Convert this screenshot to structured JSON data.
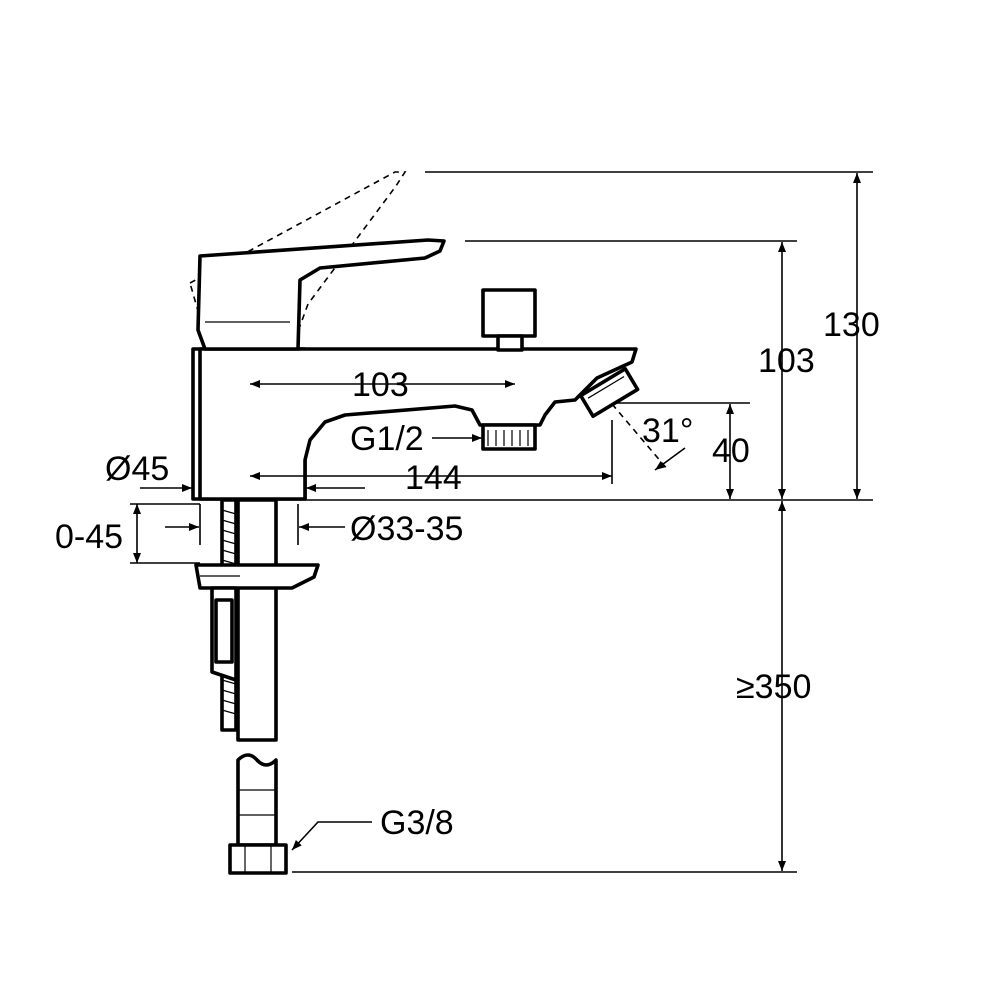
{
  "diagram": {
    "labels": {
      "reach_103": "103",
      "thread_g12": "G1/2",
      "spout_144": "144",
      "dia_45": "Ø45",
      "dia_33_35": "Ø33-35",
      "deck_0_45": "0-45",
      "angle_31": "31°",
      "height_40": "40",
      "height_103": "103",
      "height_130": "130",
      "hose_350": "≥350",
      "thread_g38": "G3/8"
    },
    "colors": {
      "line": "#000000",
      "background": "#ffffff"
    }
  }
}
